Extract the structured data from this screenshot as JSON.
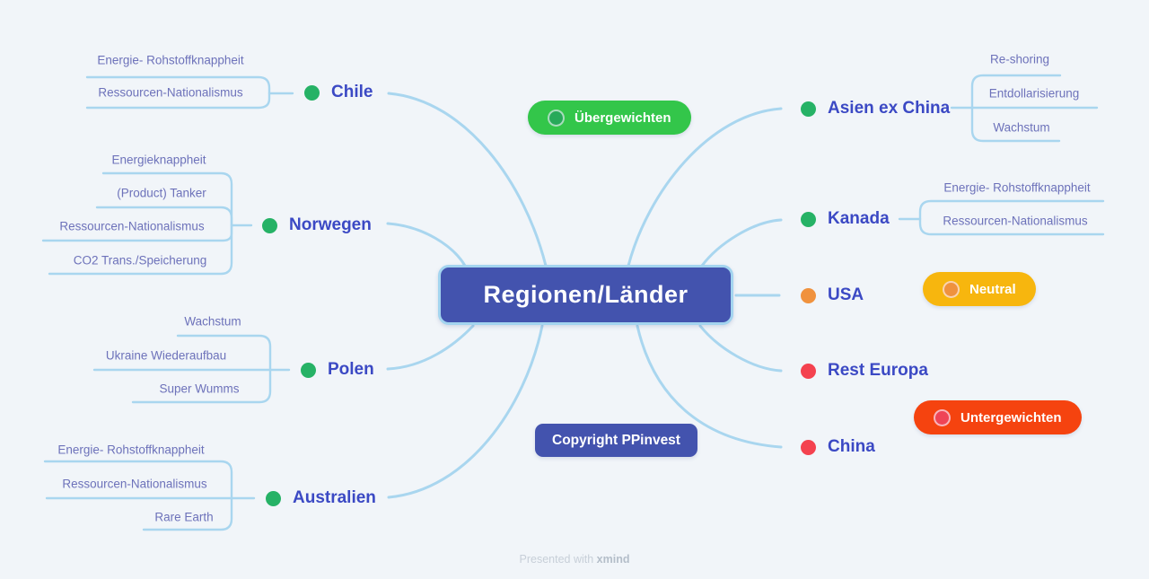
{
  "title": "Regionen/Länder",
  "legend": {
    "overweight": {
      "label": "Übergewichten",
      "color": "#33c64a"
    },
    "neutral": {
      "label": "Neutral",
      "color": "#f7b60e"
    },
    "underweight": {
      "label": "Untergewichten",
      "color": "#f5430f"
    }
  },
  "branches": [
    {
      "label": "Chile",
      "status": "overweight",
      "children": [
        "Energie- Rohstoffknappheit",
        "Ressourcen-Nationalismus"
      ]
    },
    {
      "label": "Norwegen",
      "status": "overweight",
      "children": [
        "Energieknappheit",
        "(Product) Tanker",
        "Ressourcen-Nationalismus",
        "CO2 Trans./Speicherung"
      ]
    },
    {
      "label": "Polen",
      "status": "overweight",
      "children": [
        "Wachstum",
        "Ukraine Wiederaufbau",
        "Super Wumms"
      ]
    },
    {
      "label": "Australien",
      "status": "overweight",
      "children": [
        "Energie- Rohstoffknappheit",
        "Ressourcen-Nationalismus",
        "Rare Earth"
      ]
    },
    {
      "label": "Asien ex China",
      "status": "overweight",
      "children": [
        "Re-shoring",
        "Entdollarisierung",
        "Wachstum"
      ]
    },
    {
      "label": "Kanada",
      "status": "overweight",
      "children": [
        "Energie- Rohstoffknappheit",
        "Ressourcen-Nationalismus"
      ]
    },
    {
      "label": "USA",
      "status": "neutral",
      "children": []
    },
    {
      "label": "Rest Europa",
      "status": "underweight",
      "children": []
    },
    {
      "label": "China",
      "status": "underweight",
      "children": []
    }
  ],
  "copyright": {
    "label": "Copyright PPinvest"
  },
  "footer": {
    "text": "Presented with",
    "brand": "xmind"
  },
  "colors": {
    "background": "#f1f5f9",
    "connector_line": "#a9d6ef",
    "central_topic_bg": "#4353ae",
    "central_topic_border": "#a3d4ef",
    "topic_text": "#3b49c4",
    "subtopic_text": "#6d72ba",
    "dot_green": "#26b266",
    "dot_orange": "#f0923e",
    "dot_red": "#f4424f"
  }
}
